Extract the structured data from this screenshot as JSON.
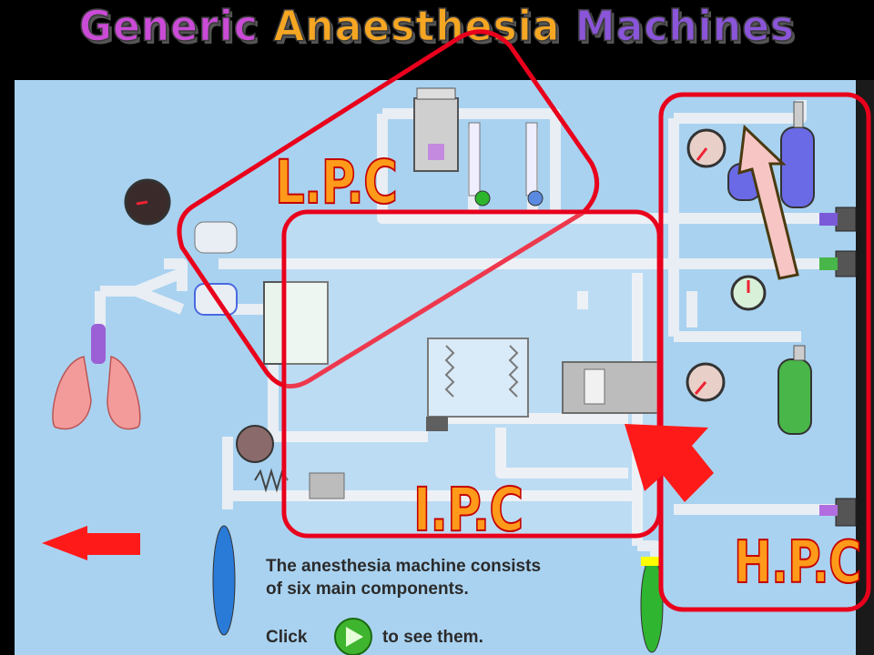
{
  "title": {
    "words": [
      {
        "text": "Generic",
        "color": "#c94bd6"
      },
      {
        "text": "Anaesthesia",
        "color": "#f5a623"
      },
      {
        "text": "Machines",
        "color": "#8a55d8"
      }
    ]
  },
  "labels": {
    "lpc": "L.P.C",
    "ipc": "I.P.C",
    "hpc": "H.P.C"
  },
  "description": {
    "line1": "The anesthesia machine consists",
    "line2": "of six main components.",
    "click_before": "Click",
    "click_after": "to see them."
  },
  "colors": {
    "background": "#a9d2f0",
    "pipe": "#e4eef6",
    "highlight_border": "#e8001c",
    "label_fill": "#ff9a1a",
    "cylinder_blue": "#6a6ae6",
    "cylinder_green": "#48b648",
    "lung": "#f39b9b",
    "play_button": "#3fb52f"
  },
  "icons": {
    "back": "red-left-arrow-icon",
    "play": "green-play-button-icon",
    "pointer_up": "pink-up-arrow-icon",
    "pointer_diag": "red-diagonal-arrow-icon"
  }
}
